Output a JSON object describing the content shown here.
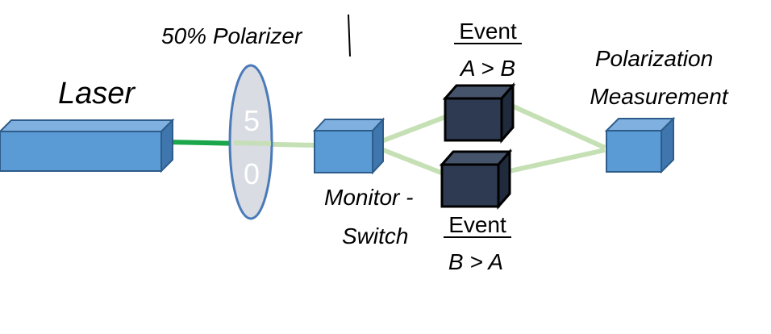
{
  "labels": {
    "laser": "Laser",
    "polarizer": "50% Polarizer",
    "lens_top": "5",
    "lens_bottom": "0",
    "monitor_line1": "Monitor -",
    "monitor_line2": "Switch",
    "event_top_title": "Event",
    "event_top_cond": "A > B",
    "event_bottom_title": "Event",
    "event_bottom_cond": "B > A",
    "measure_line1": "Polarization",
    "measure_line2": "Measurement"
  },
  "colors": {
    "box_front": "#5b9bd5",
    "box_top": "#7fb0e0",
    "box_side": "#3f76ad",
    "box_stroke": "#2e5c8a",
    "dark_front": "#2d3a52",
    "dark_top": "#46546b",
    "dark_side": "#1f2a3d",
    "beam_strong": "#1aa64a",
    "beam_light": "#c5e0b4",
    "lens_fill": "#d9dce3",
    "lens_stroke": "#4a7ab8"
  }
}
